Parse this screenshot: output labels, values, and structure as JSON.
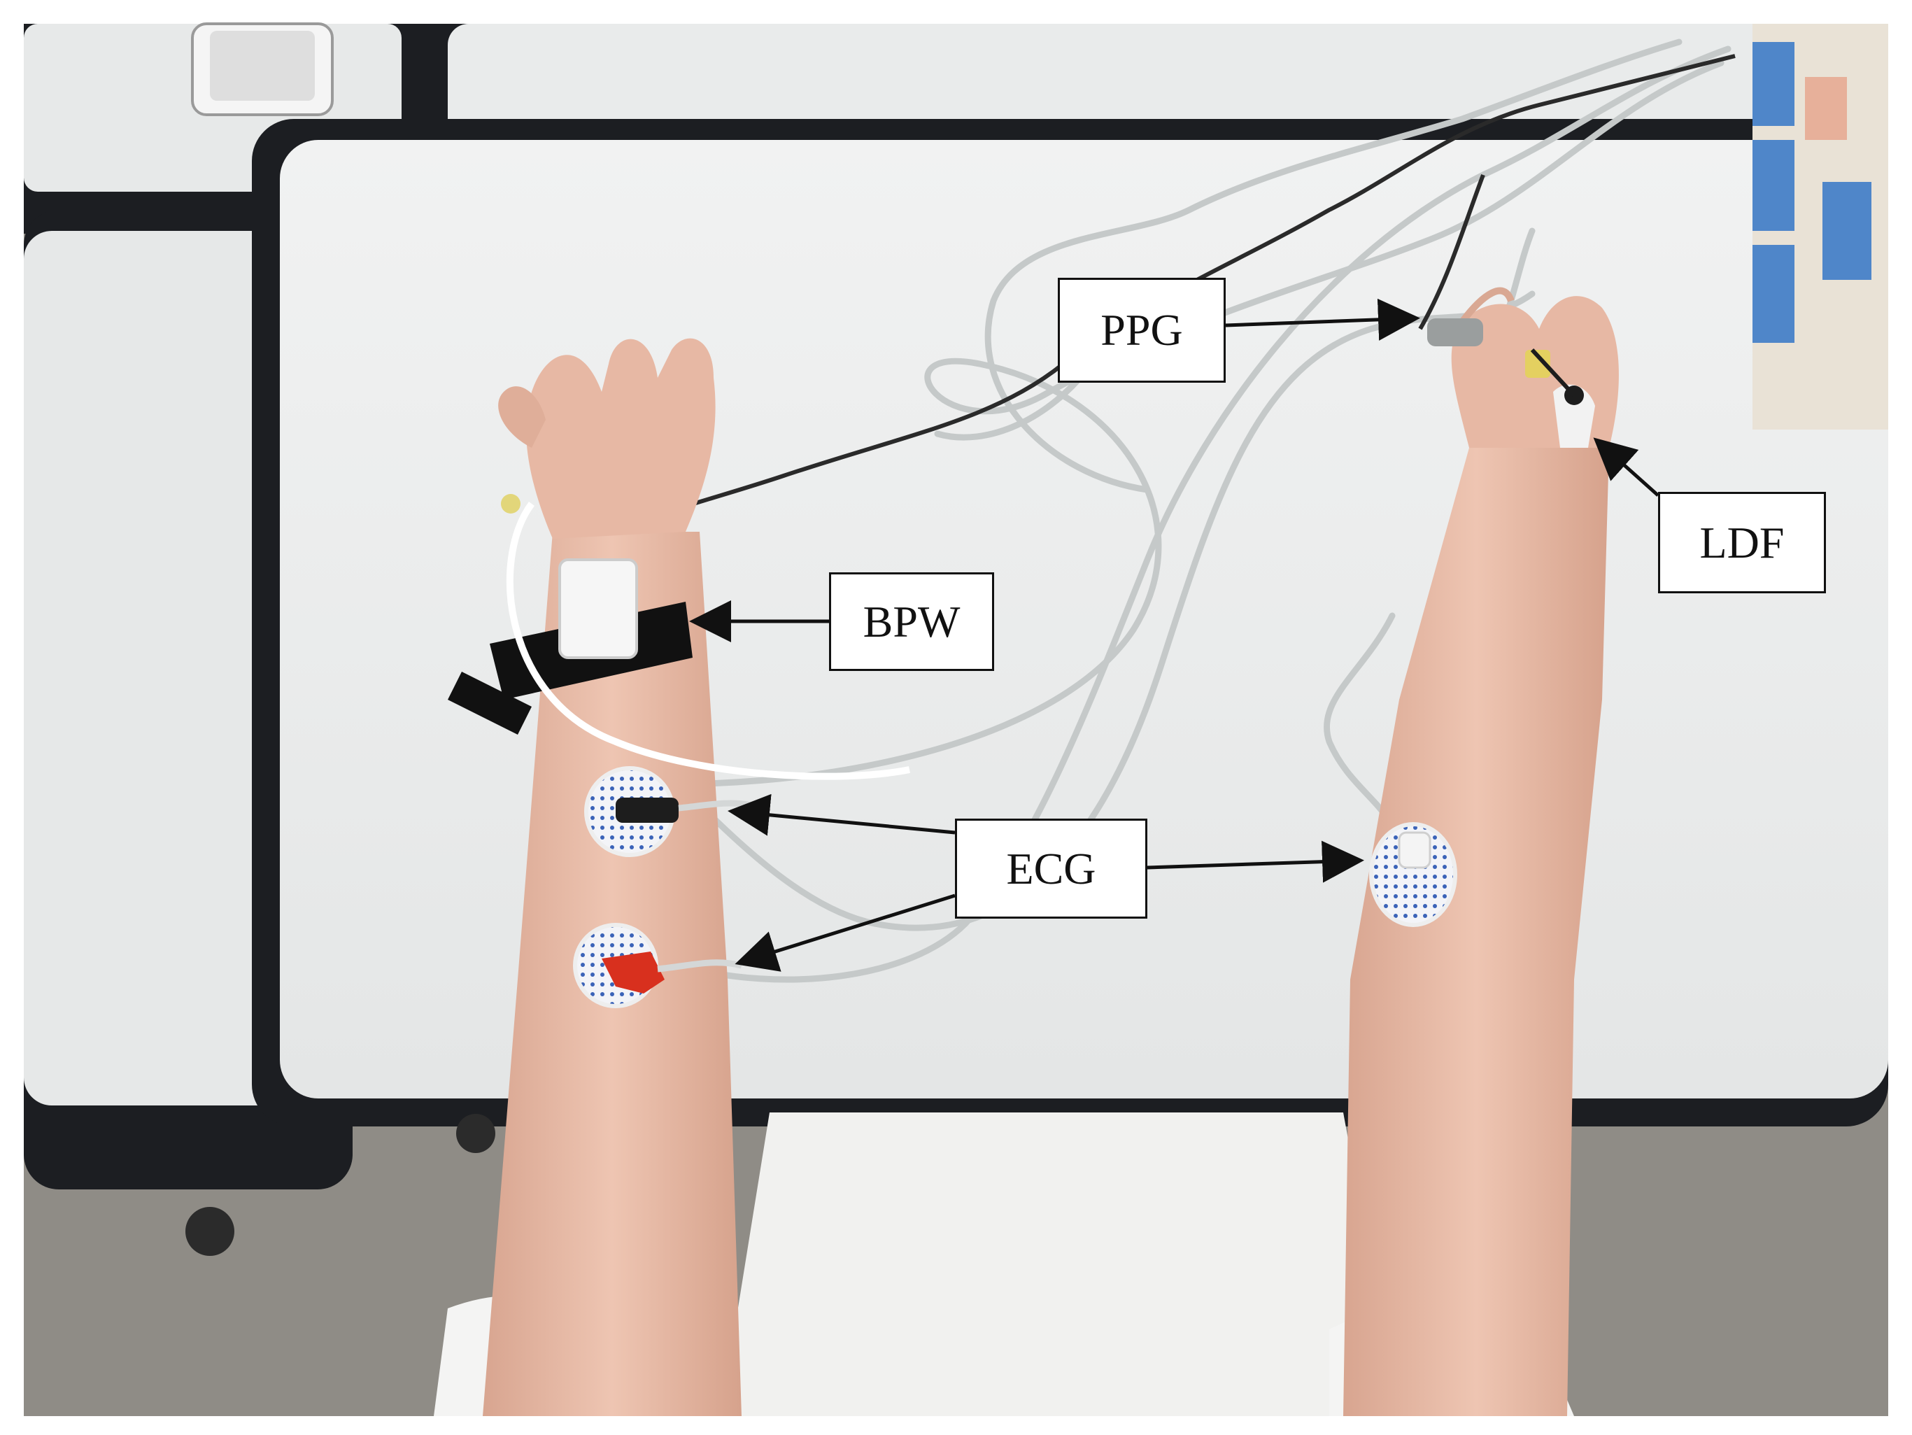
{
  "labels": {
    "ppg": "PPG",
    "ldf": "LDF",
    "bpw": "BPW",
    "ecg": "ECG"
  },
  "colors": {
    "table_top": "#eceeee",
    "table_edge": "#1c1e22",
    "floor": "#8f8c86",
    "skin": "#e6b8a3",
    "shirt": "#f1f1ef",
    "cable_light": "#c9cdcd",
    "cable_dark": "#2a2a2a",
    "electrode_blue": "#3b63b8",
    "clip_red": "#d8301e",
    "device_blue": "#4f86c9"
  }
}
